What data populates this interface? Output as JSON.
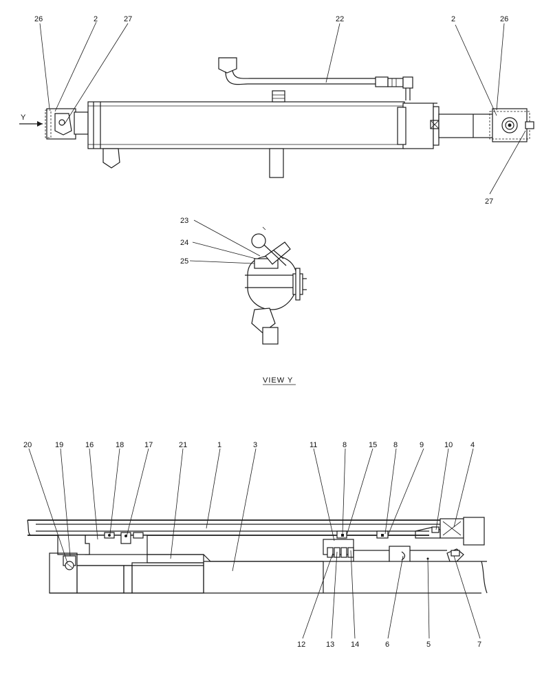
{
  "top_callouts": {
    "c26_left": "26",
    "c2_left": "2",
    "c27_left": "27",
    "c22": "22",
    "c2_right": "2",
    "c26_right": "26",
    "c27_right": "27",
    "arrow_y": "Y"
  },
  "view_callouts": {
    "c23": "23",
    "c24": "24",
    "c25": "25"
  },
  "view_title": "VIEW  Y",
  "section_callouts": {
    "c20": "20",
    "c19": "19",
    "c16": "16",
    "c18": "18",
    "c17": "17",
    "c21": "21",
    "c1": "1",
    "c3": "3",
    "c11": "11",
    "c8a": "8",
    "c15": "15",
    "c8b": "8",
    "c9": "9",
    "c10": "10",
    "c4": "4",
    "c12": "12",
    "c13": "13",
    "c14": "14",
    "c6": "6",
    "c5": "5",
    "c7": "7"
  }
}
